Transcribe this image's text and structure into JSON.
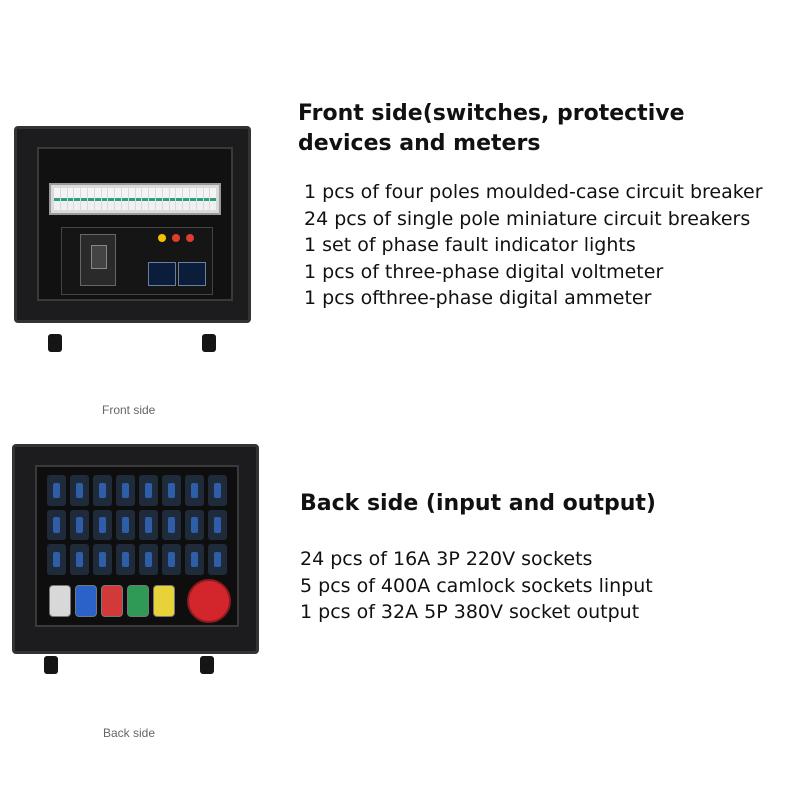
{
  "front": {
    "heading": "Front side(switches, protective devices and meters",
    "items": [
      "1 pcs of four poles moulded-case circuit breaker",
      "24 pcs of single pole miniature circuit breakers",
      "1 set of phase fault indicator lights",
      "1 pcs of three-phase digital voltmeter",
      "1 pcs ofthree-phase digital ammeter"
    ],
    "image_caption": "Front side"
  },
  "back": {
    "heading": "Back side (input and output)",
    "items": [
      "24 pcs of 16A 3P 220V sockets",
      "5 pcs of 400A camlock sockets linput",
      "1 pcs of 32A 5P 380V socket output"
    ],
    "image_caption": "Back side"
  },
  "colors": {
    "lamp_1": "#f2c200",
    "lamp_2": "#e03c2e",
    "lamp_3": "#e03c2e",
    "camlock_1": "#d8d8d8",
    "camlock_2": "#2a62c9",
    "camlock_3": "#d23a3a",
    "camlock_4": "#2f9a55",
    "camlock_5": "#e8d23a"
  }
}
